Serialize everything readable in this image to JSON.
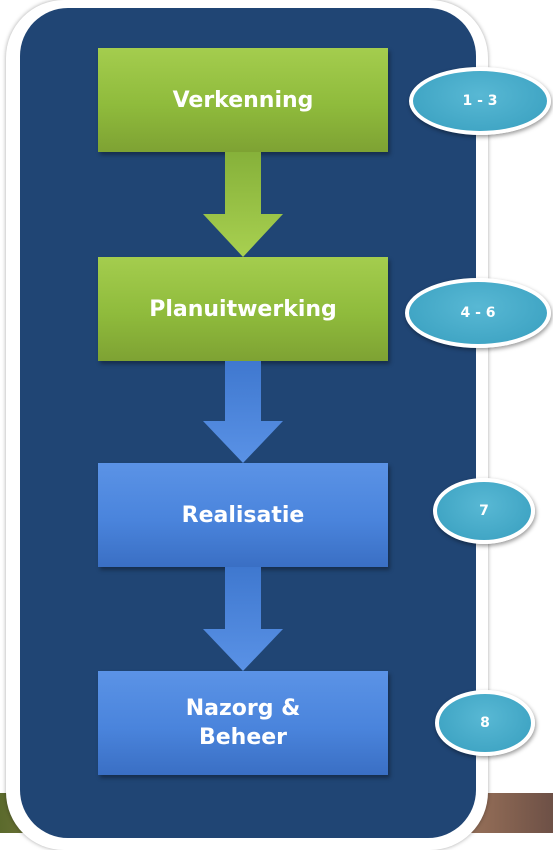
{
  "steps": [
    {
      "label": "Verkenning",
      "badge": "1 - 3",
      "color": "green"
    },
    {
      "label": "Planuitwerking",
      "badge": "4 - 6",
      "color": "green"
    },
    {
      "label": "Realisatie",
      "badge": "7",
      "color": "blue"
    },
    {
      "label": "Nazorg &\nBeheer",
      "badge": "8",
      "color": "blue"
    }
  ],
  "colors": {
    "panel": "#204574",
    "green": "#8fbb3c",
    "blue": "#4a84dc",
    "badge": "#41a6c5"
  }
}
